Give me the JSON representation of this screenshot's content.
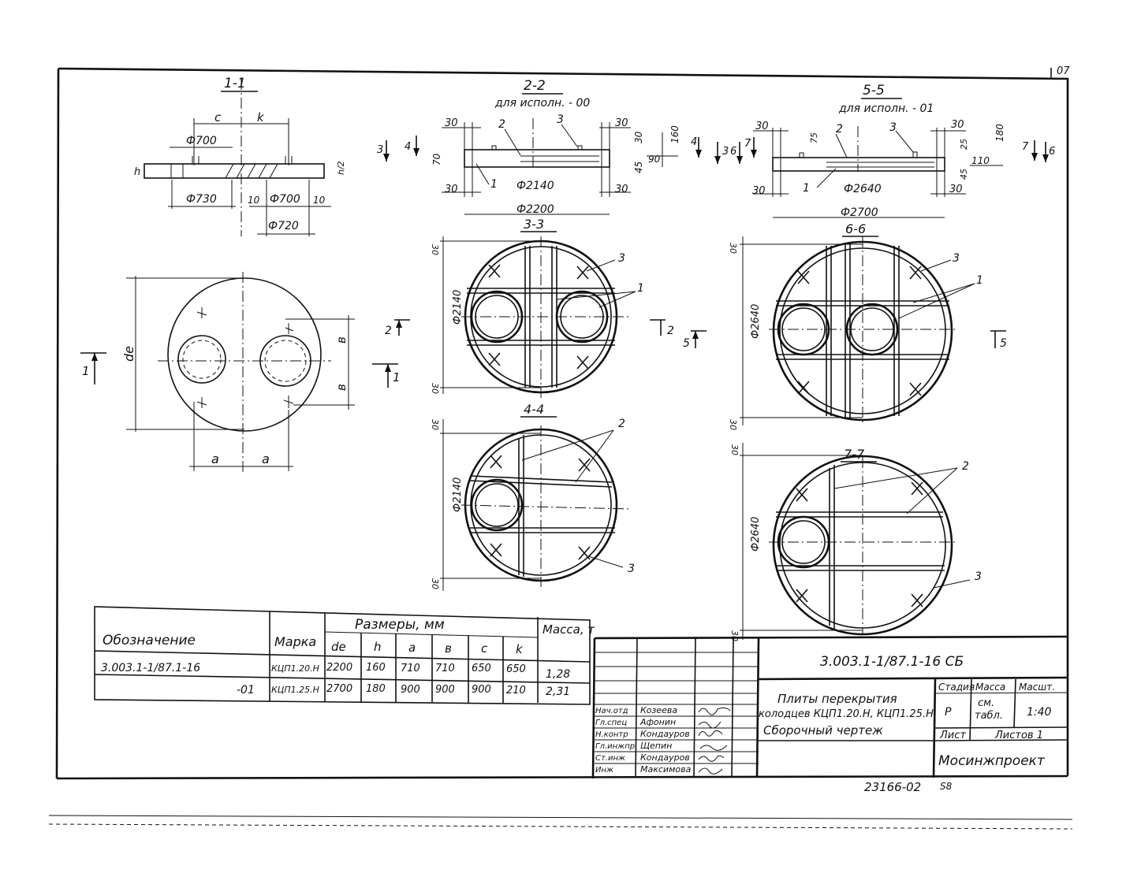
{
  "sheet": {
    "corner_mark": "07"
  },
  "sections": {
    "s11": {
      "title": "1-1",
      "c": "c",
      "k": "k",
      "d700a": "Ф700",
      "d730": "Ф730",
      "ten1": "10",
      "d700b": "Ф700",
      "ten2": "10",
      "d720": "Ф720",
      "h": "h",
      "h2": "h/2"
    },
    "s22": {
      "title": "2-2",
      "subtitle": "для исполн. - 00",
      "d30a": "30",
      "d30b": "30",
      "d30c": "30",
      "d30d": "30",
      "d70": "70",
      "d45": "45",
      "d90": "90",
      "d160": "160",
      "l1": "1",
      "l2": "2",
      "l3": "3",
      "d2140": "Ф2140",
      "d2200": "Ф2200",
      "arrow3": "3",
      "arrow4": "4"
    },
    "s55": {
      "title": "5-5",
      "subtitle": "для исполн. - 01",
      "d30a": "30",
      "d30b": "30",
      "d30c": "30",
      "d30d": "30",
      "d75": "75",
      "d25": "25",
      "d45": "45",
      "d110": "110",
      "d180": "180",
      "l1": "1",
      "l2": "2",
      "l3": "3",
      "d2640": "Ф2640",
      "d2700": "Ф2700",
      "arrow4": "4",
      "arrow6": "6",
      "arrow7": "7",
      "arrow3": "3"
    },
    "s33": {
      "title": "3-3",
      "dim": "Ф2140",
      "t30": "30",
      "b30": "30",
      "l1": "1",
      "l3": "3",
      "cut": "2"
    },
    "s66": {
      "title": "6-6",
      "dim": "Ф2640",
      "t30": "30",
      "b30": "30",
      "l1": "1",
      "l3": "3",
      "cut": "5"
    },
    "s44": {
      "title": "4-4",
      "dim": "Ф2140",
      "t30": "30",
      "b30": "30",
      "l2": "2",
      "l3": "3"
    },
    "s77": {
      "title": "7-7",
      "dim": "Ф2640",
      "t30": "30",
      "b30": "30",
      "l2": "2",
      "l3": "3"
    },
    "plan": {
      "de": "de",
      "b1": "в",
      "b2": "в",
      "a1": "a",
      "a2": "a",
      "cut": "1"
    }
  },
  "table": {
    "h_designation": "Обозначение",
    "h_mark": "Марка",
    "h_sizes": "Размеры, мм",
    "h_mass": "Масса, т",
    "cols": [
      "de",
      "h",
      "a",
      "в",
      "c",
      "k"
    ],
    "rows": [
      {
        "designation": "3.003.1-1/87.1-16",
        "mark": "КЦП1.20.Н",
        "values": [
          "2200",
          "160",
          "710",
          "710",
          "650",
          "650"
        ],
        "mass": "1,28"
      },
      {
        "designation": "-01",
        "mark": "КЦП1.25.Н",
        "values": [
          "2700",
          "180",
          "900",
          "900",
          "900",
          "210"
        ],
        "mass": "2,31"
      }
    ]
  },
  "titleblock": {
    "code": "3.003.1-1/87.1-16 СБ",
    "title1": "Плиты перекрытия",
    "title2": "колодцев КЦП1.20.Н, КЦП1.25.Н",
    "title3": "Сборочный чертеж",
    "stage_h": "Стадия",
    "mass_h": "Масса",
    "scale_h": "Масшт.",
    "stage": "Р",
    "mass1": "см.",
    "mass2": "табл.",
    "scale": "1:40",
    "sheet": "Лист",
    "sheets": "Листов 1",
    "org": "Мосинжпроект",
    "people": [
      {
        "role": "Нач.отд",
        "name": "Козеева"
      },
      {
        "role": "Гл.спец",
        "name": "Афонин"
      },
      {
        "role": "Н.контр",
        "name": "Кондауров"
      },
      {
        "role": "Гл.инжпр",
        "name": "Щепин"
      },
      {
        "role": "Ст.инж",
        "name": "Кондауров"
      },
      {
        "role": "Инж",
        "name": "Максимова"
      }
    ]
  },
  "footer": {
    "inv": "23166-02",
    "extra": "S8"
  }
}
